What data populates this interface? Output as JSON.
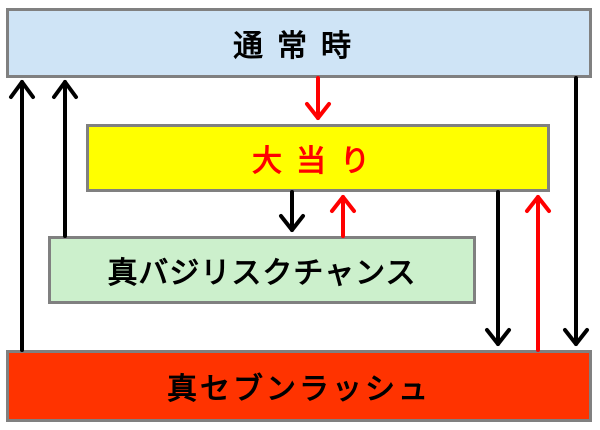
{
  "states": {
    "normal": "通常時",
    "jackpot": "大当り",
    "chance": "真バジリスクチャンス",
    "rush": "真セブンラッシュ"
  },
  "colors": {
    "normal_bg": "#cfe4f6",
    "jackpot_bg": "#ffff00",
    "jackpot_text": "#ff0000",
    "chance_bg": "#ccf0cc",
    "rush_bg": "#ff3300",
    "border": "#808080",
    "arrow_black": "#000000",
    "arrow_red": "#ff0000"
  }
}
